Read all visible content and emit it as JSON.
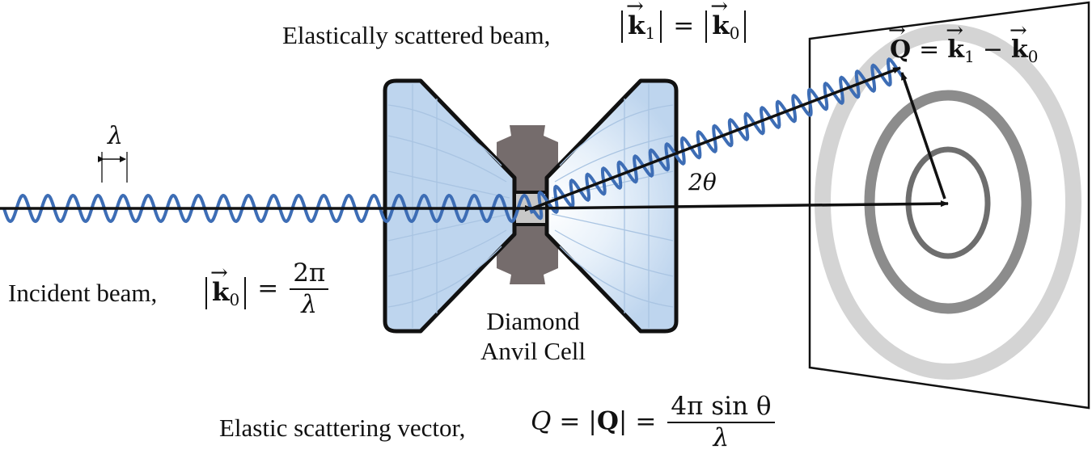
{
  "labels": {
    "elastic_beam": "Elastically scattered beam,",
    "incident_beam": "Incident beam,",
    "dac_line1": "Diamond",
    "dac_line2": "Anvil Cell",
    "scatter_vector": "Elastic scattering vector,",
    "lambda": "λ",
    "two_theta": "2θ"
  },
  "math": {
    "k": "k",
    "k_sub0": "0",
    "k_sub1": "1",
    "Q": "Q",
    "Q_italic": "Q",
    "two_pi": "2π",
    "four_pi_sin": "4π sin θ",
    "lambda": "λ",
    "equals": "=",
    "minus": "−"
  },
  "colors": {
    "wave": "#3d6db5",
    "diamond_fill": "#cfe0f2",
    "gasket": "#756c6c",
    "ring_inner": "#6e6e6e",
    "ring_middle": "#8c8c8c",
    "ring_outer": "#d4d4d4"
  }
}
